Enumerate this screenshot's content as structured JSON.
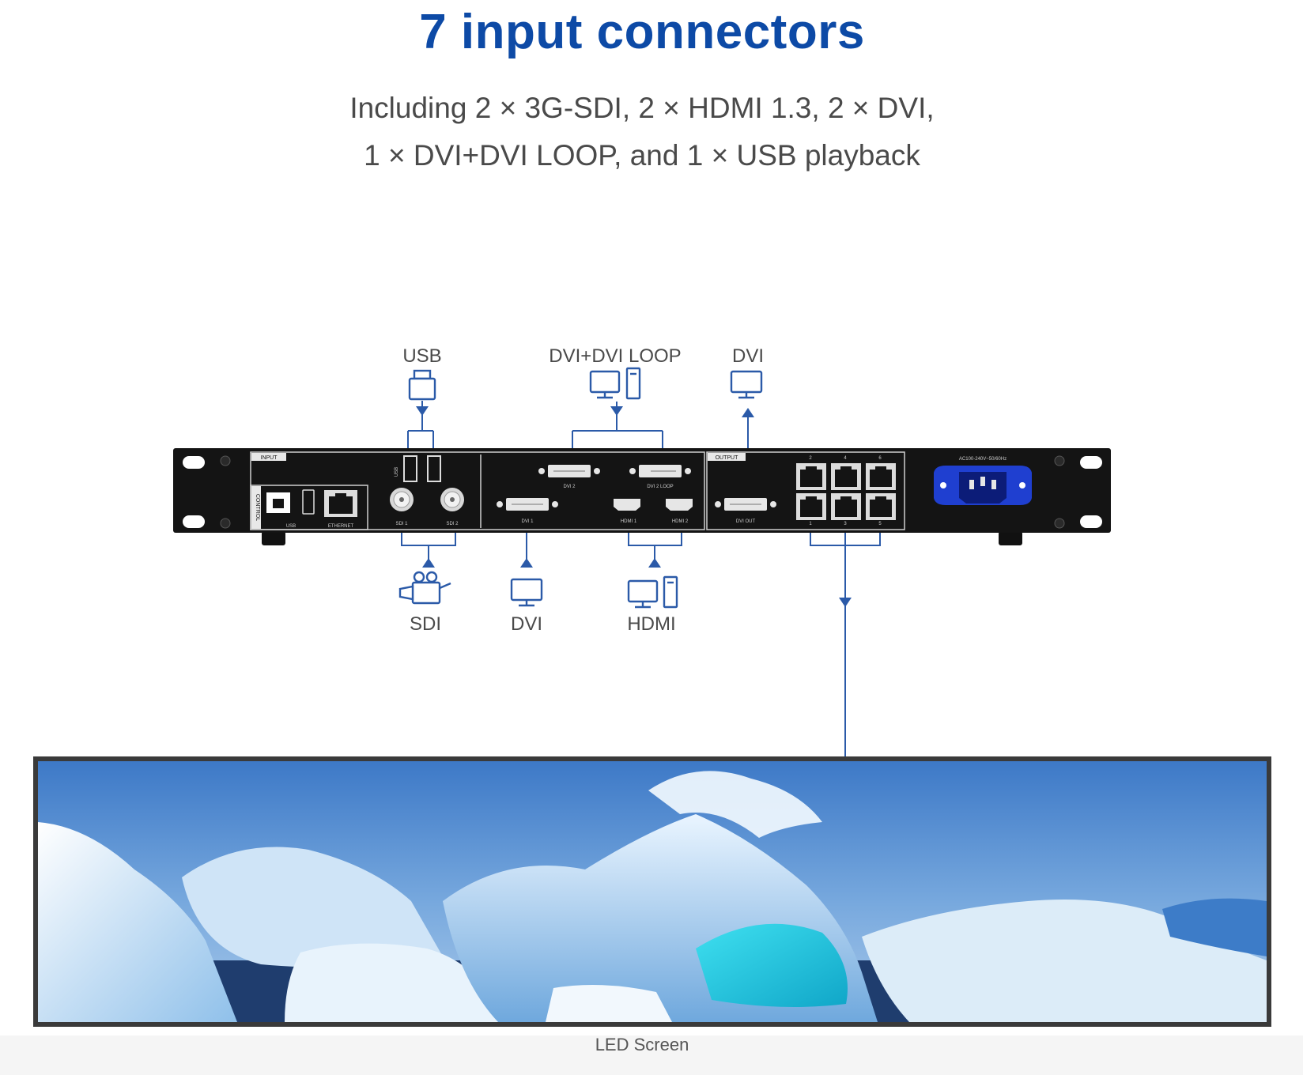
{
  "title": "7 input connectors",
  "subtitle_line1": "Including 2 × 3G-SDI, 2 × HDMI 1.3, 2 × DVI,",
  "subtitle_line2": "1 × DVI+DVI LOOP, and 1 × USB playback",
  "callouts": {
    "usb": "USB",
    "dvi_loop": "DVI+DVI LOOP",
    "dvi_out": "DVI",
    "sdi": "SDI",
    "dvi_in": "DVI",
    "hdmi": "HDMI"
  },
  "panel": {
    "input_label": "INPUT",
    "output_label": "OUTPUT",
    "control_label": "CONTROL",
    "usb_vert_label": "USB",
    "usb_label": "USB",
    "ethernet_label": "ETHERNET",
    "sdi1": "SDI 1",
    "sdi2": "SDI 2",
    "dvi2": "DVI 2",
    "dvi2_loop": "DVI 2 LOOP",
    "dvi1": "DVI 1",
    "hdmi1": "HDMI 1",
    "hdmi2": "HDMI 2",
    "dvi_out": "DVI OUT",
    "power": "AC100-240V~50/60Hz",
    "ports_top": [
      "2",
      "4",
      "6"
    ],
    "ports_bottom": [
      "1",
      "3",
      "5"
    ]
  },
  "led_caption": "LED Screen",
  "colors": {
    "title": "#0d4aa6",
    "line": "#2b5aa8",
    "chassis": "#141414",
    "power": "#1f3fd0"
  }
}
